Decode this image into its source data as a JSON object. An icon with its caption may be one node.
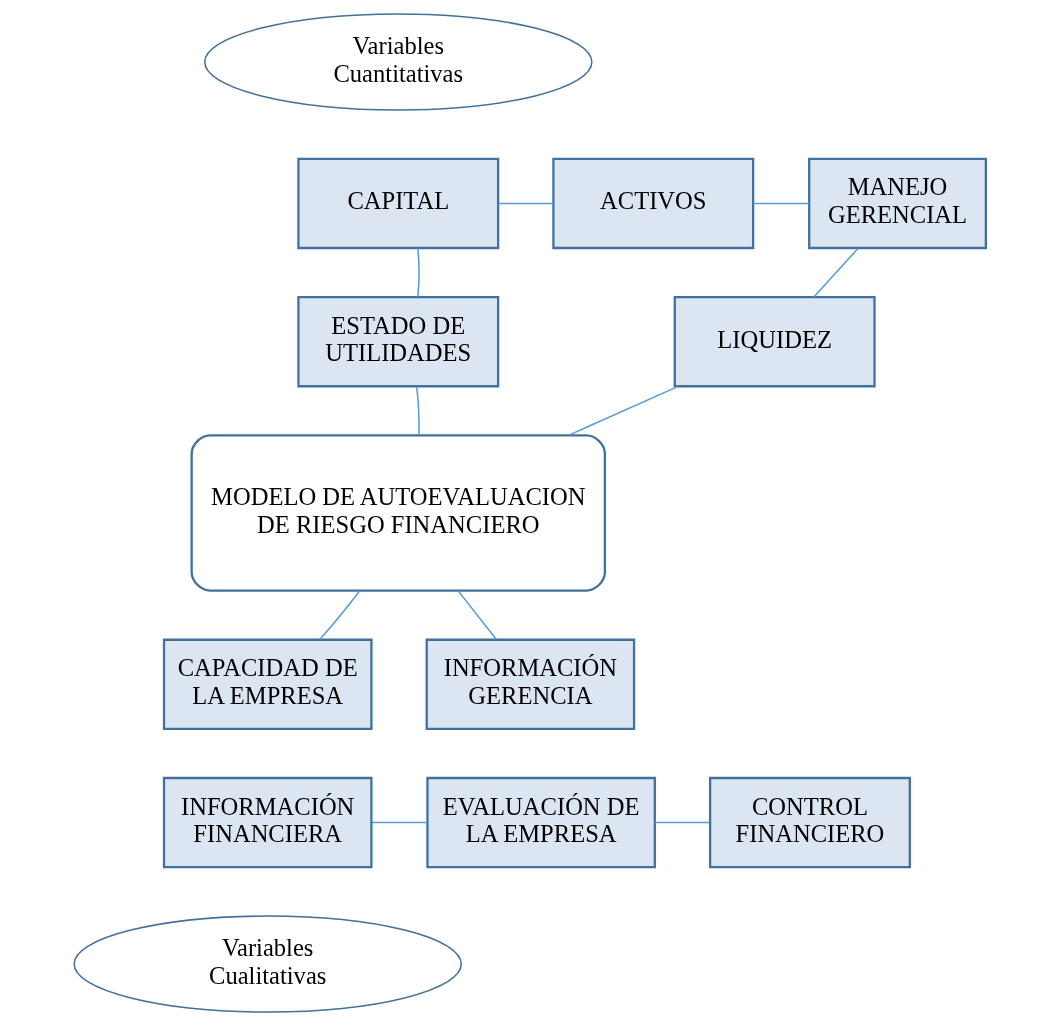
{
  "diagram": {
    "nodes": [
      {
        "text": [
          "Variables Cuantitativas"
        ]
      },
      {
        "text": [
          "CAPITAL"
        ]
      },
      {
        "text": [
          "ACTIVOS"
        ]
      },
      {
        "text": [
          "MANEJO GERENCIAL"
        ]
      },
      {
        "text": [
          "ESTADO DE UTILIDADES"
        ]
      },
      {
        "text": [
          "LIQUIDEZ"
        ]
      },
      {
        "text": [
          "MODELO DE AUTOEVALUACION DE RIESGO FINANCIERO"
        ]
      },
      {
        "text": [
          "CAPACIDAD DE LA EMPRESA"
        ]
      },
      {
        "text": [
          "INFORMACIÓN GERENCIA"
        ]
      },
      {
        "text": [
          "INFORMACIÓN FINANCIERA"
        ]
      },
      {
        "text": [
          "EVALUACIÓN DE LA EMPRESA"
        ]
      },
      {
        "text": [
          "CONTROL FINANCIERO"
        ]
      },
      {
        "text": [
          "Variables Cualitativas"
        ]
      }
    ],
    "edges": [
      {
        "from": 1,
        "to": 2,
        "arrow": "none"
      },
      {
        "from": 2,
        "to": 3,
        "arrow": "none"
      },
      {
        "from": 1,
        "to": 4,
        "arrow": "none"
      },
      {
        "from": 3,
        "to": 5,
        "arrow": "none"
      },
      {
        "from": 4,
        "to": 6,
        "arrow": "none"
      },
      {
        "from": 5,
        "to": 6,
        "arrow": "none"
      },
      {
        "from": 7,
        "to": 6,
        "arrow": "none"
      },
      {
        "from": 6,
        "to": 8,
        "arrow": "none"
      },
      {
        "from": 9,
        "to": 10,
        "arrow": "none"
      },
      {
        "from": 10,
        "to": 11,
        "arrow": "none"
      }
    ]
  }
}
